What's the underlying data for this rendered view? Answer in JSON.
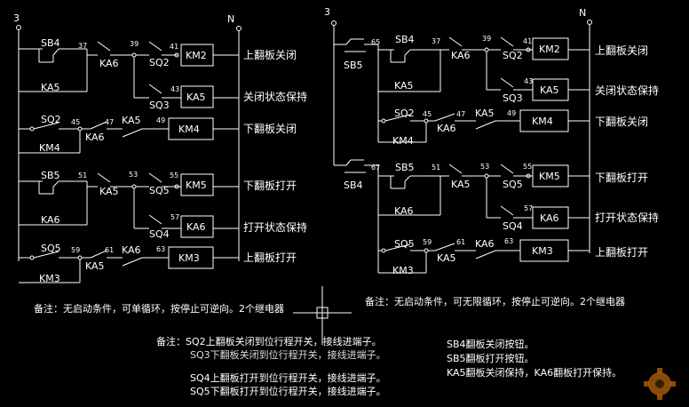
{
  "left_circuit": {
    "supply": "3",
    "neutral": "N",
    "nodes": {
      "n37": "37",
      "n39": "39",
      "n41": "41",
      "n43": "43",
      "n45": "45",
      "n47": "47",
      "n49": "49",
      "n51": "51",
      "n53": "53",
      "n55": "55",
      "n57": "57",
      "n59": "59",
      "n61": "61",
      "n63": "63"
    },
    "contacts": {
      "sb4": "SB4",
      "ka6_1": "KA6",
      "sq2_1": "SQ2",
      "ka5_hold": "KA5",
      "sq3": "SQ3",
      "sq2_2": "SQ2",
      "ka6_2": "KA6",
      "ka5_1": "KA5",
      "km4": "KM4",
      "sb5": "SB5",
      "ka5_2": "KA5",
      "sq5_1": "SQ5",
      "ka6_hold": "KA6",
      "sq4": "SQ4",
      "sq5_2": "SQ5",
      "ka5_3": "KA5",
      "ka6_3": "KA6",
      "km3": "KM3"
    },
    "coils": {
      "km2": "KM2",
      "ka5": "KA5",
      "km4": "KM4",
      "km5": "KM5",
      "ka6": "KA6",
      "km3": "KM3"
    },
    "labels": [
      "上翻板关闭",
      "关闭状态保持",
      "下翻板关闭",
      "下翻板打开",
      "打开状态保持",
      "上翻板打开"
    ]
  },
  "right_circuit": {
    "supply": "3",
    "neutral": "N",
    "nodes": {
      "n65": "65",
      "n67": "67",
      "n37": "37",
      "n39": "39",
      "n41": "41",
      "n43": "43",
      "n45": "45",
      "n47": "47",
      "n49": "49",
      "n51": "51",
      "n53": "53",
      "n55": "55",
      "n57": "57",
      "n59": "59",
      "n61": "61",
      "n63": "63"
    },
    "contacts": {
      "sb5": "SB5",
      "sb4_1": "SB4",
      "ka6_1": "KA6",
      "sq2_1": "SQ2",
      "ka5_hold": "KA5",
      "sq3": "SQ3",
      "sq2_2": "SQ2",
      "ka6_2": "KA6",
      "ka5_1": "KA5",
      "km4": "KM4",
      "sb4_2": "SB4",
      "sb5_2": "SB5",
      "ka5_2": "KA5",
      "sq5_1": "SQ5",
      "ka6_hold": "KA6",
      "sq4": "SQ4",
      "sq5_2": "SQ5",
      "ka5_3": "KA5",
      "ka6_3": "KA6",
      "km3": "KM3"
    },
    "coils": {
      "km2": "KM2",
      "ka5": "KA5",
      "km4": "KM4",
      "km5": "KM5",
      "ka6": "KA6",
      "km3": "KM3"
    },
    "labels": [
      "上翻板关闭",
      "关闭状态保持",
      "下翻板关闭",
      "下翻板打开",
      "打开状态保持",
      "上翻板打开"
    ]
  },
  "notes": {
    "left": "备注：无启动条件，可单循环，按停止可逆向。2个继电器",
    "right": "备注：无启动条件，可无限循环，按停止可逆向。2个继电器",
    "legend_left": [
      "备注：SQ2上翻板关闭到位行程开关，接线进端子。",
      "SQ3下翻板关闭到位行程开关，接线进端子。",
      "SQ4上翻板打开到位行程开关，接线进端子。",
      "SQ5下翻板打开到位行程开关，接线进端子。"
    ],
    "legend_right": [
      "SB4翻板关闭按钮。",
      "SB5翻板打开按钮。",
      "KA5翻板关闭保持，KA6翻板打开保持。"
    ]
  }
}
